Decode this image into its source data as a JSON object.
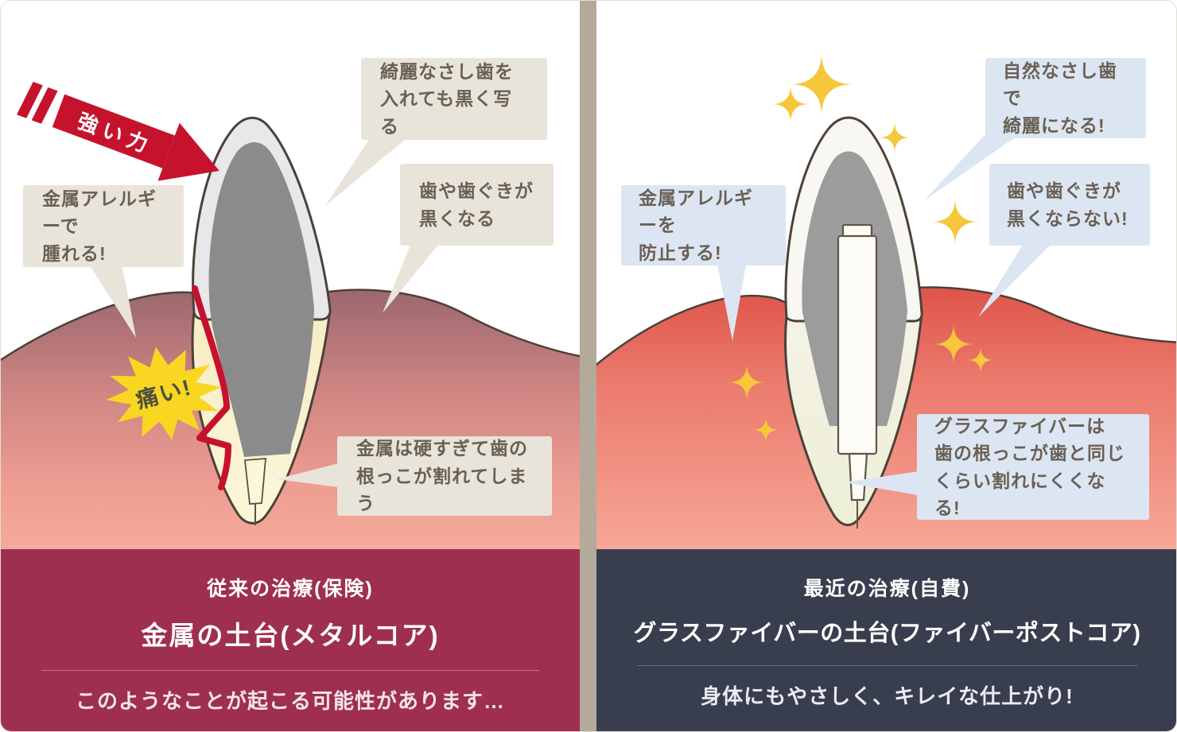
{
  "left": {
    "force_arrow_label": "強い力",
    "pain_label": "痛い!",
    "bubble_crown": "綺麗なさし歯を\n入れても黒く写る",
    "bubble_gum": "歯や歯ぐきが\n黒くなる",
    "bubble_allergy": "金属アレルギーで\n腫れる!",
    "bubble_root": "金属は硬すぎて歯の\n根っこが割れてしまう",
    "banner": {
      "subtitle": "従来の治療(保険)",
      "title": "金属の土台(メタルコア)",
      "caption": "このようなことが起こる可能性があります…"
    }
  },
  "right": {
    "bubble_crown": "自然なさし歯で\n綺麗になる!",
    "bubble_gum": "歯や歯ぐきが\n黒くならない!",
    "bubble_allergy": "金属アレルギーを\n防止する!",
    "bubble_root": "グラスファイバーは\n歯の根っこが歯と同じ\nくらい割れにくくなる!",
    "banner": {
      "subtitle": "最近の治療(自費)",
      "title": "グラスファイバーの土台(ファイバーポストコア)",
      "caption": "身体にもやさしく、キレイな仕上がり!"
    }
  },
  "colors": {
    "left_banner_bg": "#9e2f4f",
    "right_banner_bg": "#383e4e",
    "arrow_red": "#c6132d",
    "crack_red": "#c8102e",
    "burst_yellow": "#f9d621",
    "sparkle_yellow": "#f6c73b",
    "bubble_beige": "#e9e4da",
    "bubble_blue": "#dce6f2",
    "divider_tan": "#b3aa9c",
    "metal_gray": "#8b8b8b"
  }
}
